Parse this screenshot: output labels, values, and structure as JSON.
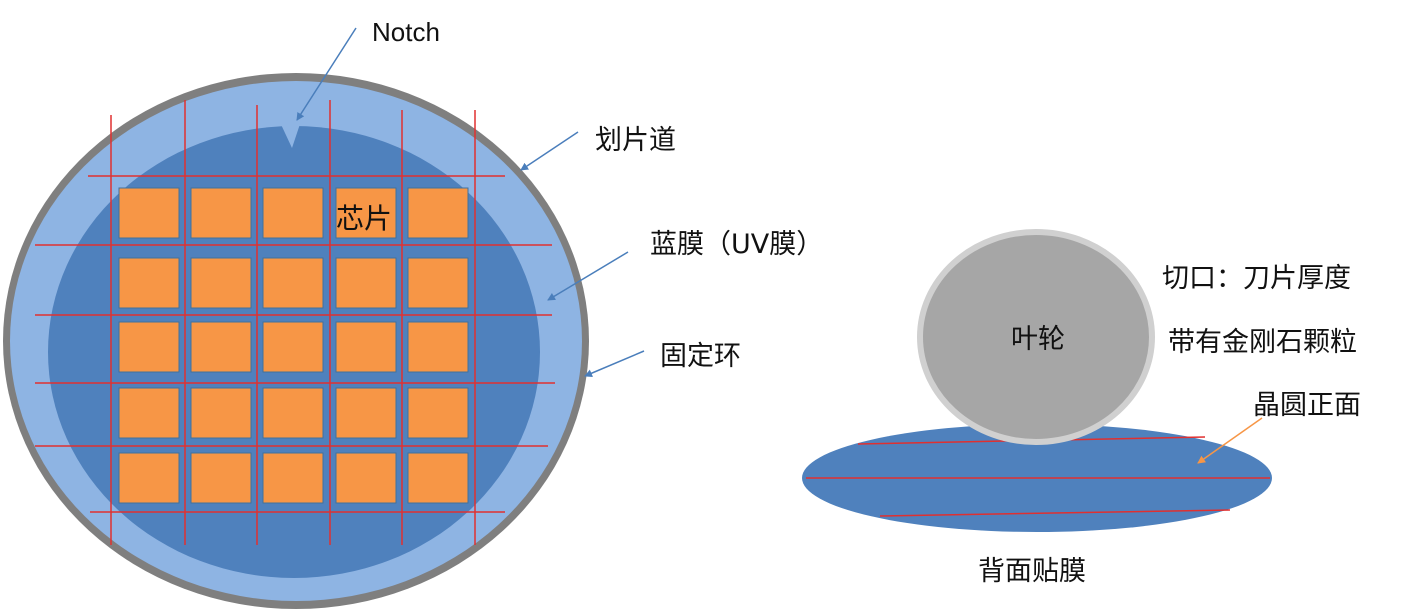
{
  "labels": {
    "notch": "Notch",
    "scribe_lane": "划片道",
    "chip": "芯片",
    "blue_film": "蓝膜（UV膜）",
    "fixed_ring": "固定环",
    "impeller": "叶轮",
    "kerf": "切口：刀片厚度",
    "diamond": "带有金刚石颗粒",
    "wafer_front": "晶圆正面",
    "backside_tape": "背面贴膜"
  },
  "colors": {
    "ring": "#7f7f7f",
    "film": "#8eb4e3",
    "wafer": "#4f81bd",
    "chip": "#f79646",
    "chip_border": "#41719c",
    "dicing_line": "#e03030",
    "arrow": "#4a7ebb",
    "arrow_orange": "#f79646",
    "impeller": "#a6a6a6",
    "impeller_rim": "#d0d0d0"
  },
  "chip_grid": {
    "rows": 5,
    "cols": 5
  }
}
